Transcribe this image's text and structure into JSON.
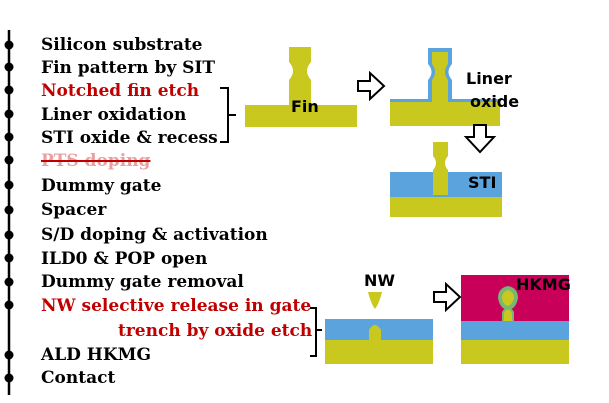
{
  "colors": {
    "silicon": "#c8c81e",
    "oxide": "#5ba3dc",
    "hkmg": "#c8005a",
    "gate_dielectric": "#76b872",
    "highlight_text": "#c00000",
    "struck_text": "#e8a0a0"
  },
  "steps": [
    {
      "label": "Silicon substrate"
    },
    {
      "label": "Fin pattern by SIT"
    },
    {
      "label": "Notched fin etch"
    },
    {
      "label": "Liner oxidation"
    },
    {
      "label": "STI oxide & recess"
    },
    {
      "label": "PTS doping"
    },
    {
      "label": "Dummy gate"
    },
    {
      "label": "Spacer"
    },
    {
      "label": "S/D doping & activation"
    },
    {
      "label": "ILD0 & POP open"
    },
    {
      "label": "Dummy gate removal"
    },
    {
      "label": "NW selective release in gate"
    },
    {
      "label": "trench by oxide etch"
    },
    {
      "label": "ALD HKMG"
    },
    {
      "label": "Contact"
    }
  ],
  "diagram_labels": {
    "fin": "Fin",
    "liner": "Liner",
    "oxide": "oxide",
    "sti": "STI",
    "nw": "NW",
    "hkmg": "HKMG"
  },
  "icons": {
    "arrows": [
      "arrow-right-icon",
      "arrow-down-icon",
      "arrow-right-icon"
    ]
  }
}
